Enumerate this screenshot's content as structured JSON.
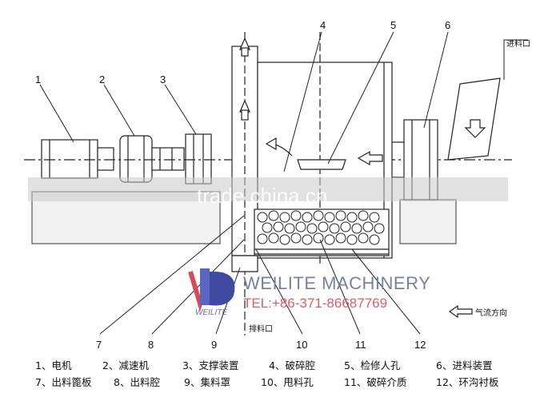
{
  "diagram": {
    "callouts": [
      "1",
      "2",
      "3",
      "4",
      "5",
      "6",
      "7",
      "8",
      "9",
      "10",
      "11",
      "12"
    ],
    "inlet_label": "进料口",
    "outlet_label": "排料口",
    "airflow_label": "气流方向",
    "watermark": "trade.china.cn",
    "brand_name": "WEILITE MACHINERY",
    "brand_tel": "TEL:+86-371-86687769",
    "logo_text": "WEILITE"
  },
  "legend": {
    "row1": [
      "1、电机",
      "2、减速机",
      "3、支撑装置",
      "4、破碎腔",
      "5、检修人孔",
      "6、进料装置"
    ],
    "row2": [
      "7、出料篦板",
      "8、出料腔",
      "9、集料罩",
      "10、甩料孔",
      "11、破碎介质",
      "12、环沟衬板"
    ]
  }
}
